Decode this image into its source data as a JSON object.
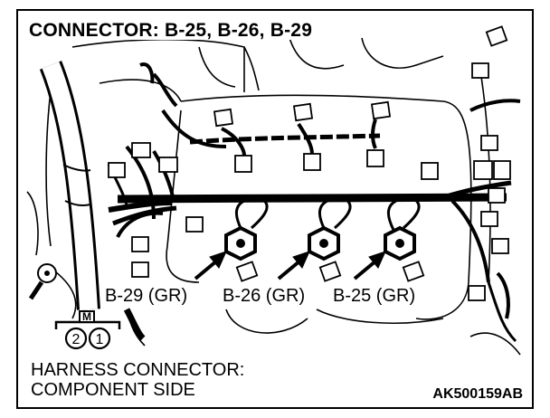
{
  "title": "CONNECTOR: B-25, B-26, B-29",
  "connectors": [
    {
      "id": "b29",
      "label": "B-29 (GR)"
    },
    {
      "id": "b26",
      "label": "B-26 (GR)"
    },
    {
      "id": "b25",
      "label": "B-25 (GR)"
    }
  ],
  "symbol": {
    "marker": "M",
    "pins": [
      "2",
      "1"
    ]
  },
  "caption_line1": "HARNESS CONNECTOR:",
  "caption_line2": "COMPONENT SIDE",
  "figure_code": "AK500159AB"
}
